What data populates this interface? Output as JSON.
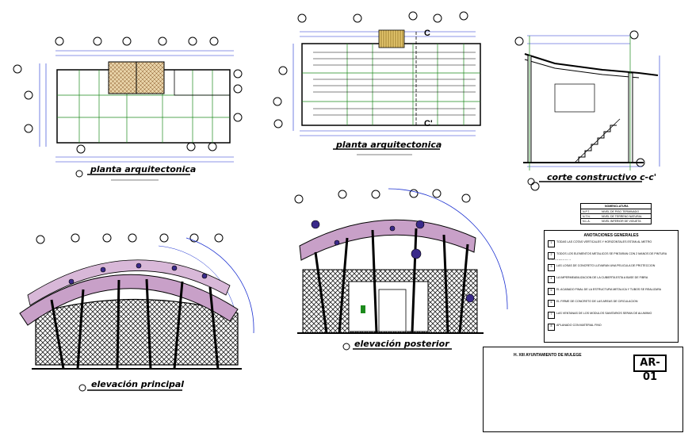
{
  "drawings": {
    "plan_left_title": "planta arquitectonica",
    "plan_center_title": "planta arquitectonica",
    "section_title": "corte constructivo c-c'",
    "elev_main_title": "elevación principal",
    "elev_rear_title": "elevación posterior",
    "section_mark_top": "C",
    "section_mark_bottom": "C'"
  },
  "legend": {
    "header": "NOMENCLATURA",
    "rows": [
      {
        "key": "N.P.T.",
        "value": "NIVEL DE PISO TERMINADO"
      },
      {
        "key": "N.T.N.",
        "value": "NIVEL DE TERRENO NATURAL"
      },
      {
        "key": "N.L.A.",
        "value": "NIVEL INFERIOR DE VIGUETA"
      }
    ]
  },
  "notes": {
    "title": "ANOTACIONES GENERALES",
    "items": [
      {
        "num": "1",
        "text": "TODAS LAS COTAS VERTICALES Y HORIZONTALES ESTAN AL METRO"
      },
      {
        "num": "2",
        "text": "TODOS LOS ELEMENTOS METALICOS SE PINTARAN CON 2 MANOS DE PINTURA ANTICORROSIVA"
      },
      {
        "num": "3",
        "text": "LAS LOSAS DE CONCRETO LLEVARAN UNA PELICULA DE PROTECCION"
      },
      {
        "num": "4",
        "text": "LA IMPERMEABILIZACION DE LA CUBIERTA ESTA A BASE DE FIBRA"
      },
      {
        "num": "5",
        "text": "EL ACABADO FINAL DE LA ESTRUCTURA METALICA Y TUBOS SE REALIZARA"
      },
      {
        "num": "6",
        "text": "EL FIRME DE CONCRETO DE LAS AREAS DE CIRCULACION"
      },
      {
        "num": "7",
        "text": "LAS VENTANAS DE LOS MODULOS SANITARIOS SERAN DE ALUMINIO"
      },
      {
        "num": "8",
        "text": "APLANADO CON MATERIAL FINO"
      }
    ]
  },
  "title_block": {
    "sheet_code": "AR-01",
    "municipality": "H. XIII AYUNTAMIENTO DE MULEGE"
  },
  "colors": {
    "lines": "#000000",
    "grid": "#1c8a1c",
    "dims": "#1a2fd0",
    "arch": "#c8a0c8",
    "bubble_fill": "#3a2a8a",
    "roof_tan": "#d8b24a",
    "logo_red": "#d41e1e"
  }
}
